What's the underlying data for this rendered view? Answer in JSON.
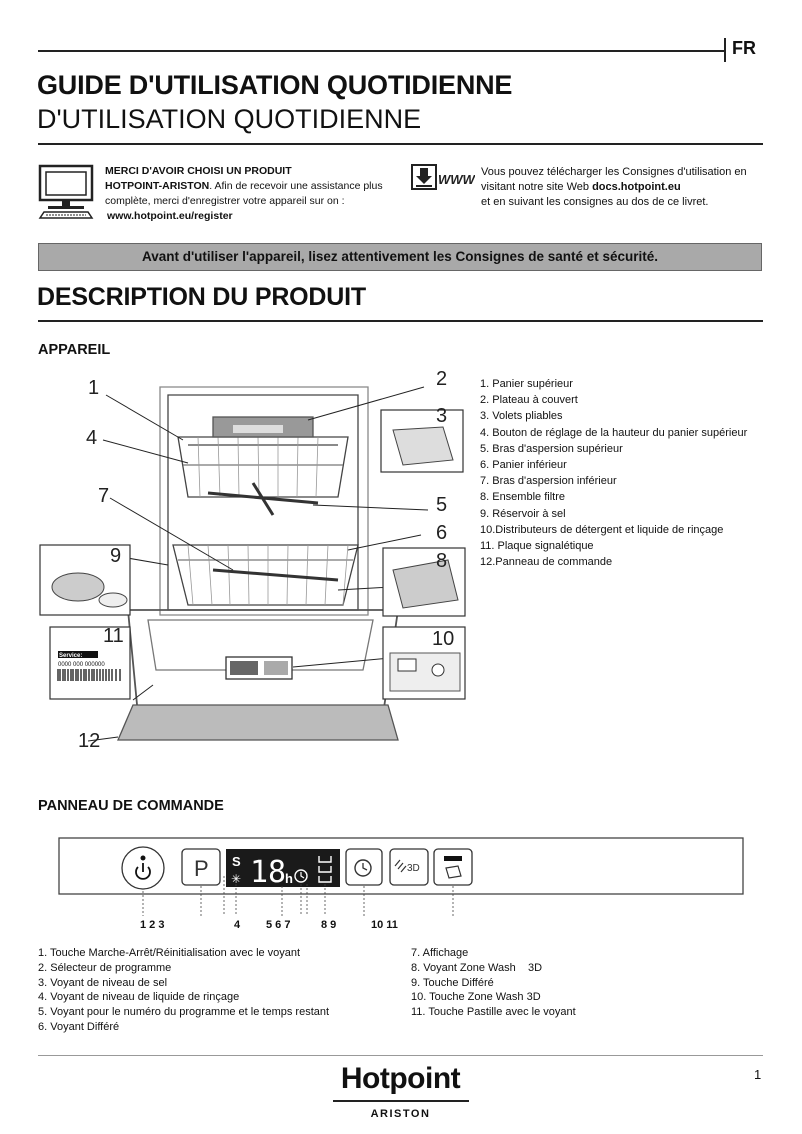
{
  "header": {
    "lang": "FR"
  },
  "title": {
    "bold": "GUIDE D'UTILISATION QUOTIDIENNE",
    "light": "D'UTILISATION QUOTIDIENNE"
  },
  "info_left": {
    "heading": "MERCI D'AVOIR CHOISI UN PRODUIT",
    "brand": "HOTPOINT-ARISTON",
    "text": ". Afin de recevoir une assistance plus complète, merci d'enregistrer votre appareil sur on :",
    "url": "www.hotpoint.eu/register"
  },
  "info_right": {
    "www_label": "WWW",
    "text1": "Vous pouvez télécharger les Consignes d'utilisation en visitant notre site Web ",
    "url": "docs.hotpoint.eu",
    "text2": "et en suivant les consignes au dos de ce livret."
  },
  "banner": "Avant d'utiliser l'appareil, lisez attentivement les Consignes de santé et sécurité.",
  "section_title": "DESCRIPTION DU PRODUIT",
  "appareil": {
    "title": "APPAREIL",
    "callouts": [
      "1",
      "2",
      "3",
      "4",
      "5",
      "6",
      "7",
      "8",
      "9",
      "10",
      "11",
      "12"
    ],
    "service_label": "Service:",
    "service_number": "0000 000 000000",
    "parts": [
      "1. Panier supérieur",
      "2.  Plateau à couvert",
      "3. Volets pliables",
      "4. Bouton de réglage de la hauteur du panier supérieur",
      "5. Bras d'aspersion supérieur",
      "6. Panier inférieur",
      "7. Bras d'aspersion inférieur",
      "8. Ensemble filtre",
      "9. Réservoir à sel",
      "10.Distributeurs de détergent et liquide de rinçage",
      "11. Plaque signalétique",
      "12.Panneau de commande"
    ]
  },
  "panel": {
    "title": "PANNEAU DE COMMANDE",
    "p_label": "P",
    "display_digits": "18",
    "display_h": "h",
    "s_label": "S",
    "zone_label": "3D",
    "numbers": [
      "1 2 3",
      "4",
      "5 6 7",
      "8 9",
      "10 11"
    ],
    "legend_left": [
      "1. Touche Marche-Arrêt/Réinitialisation avec le voyant",
      "2. Sélecteur de programme",
      "3. Voyant de niveau de sel",
      "4. Voyant de niveau de liquide de rinçage",
      "5.  Voyant pour le numéro du programme et le temps restant",
      "6. Voyant Différé"
    ],
    "legend_right": [
      "7. Affichage",
      "8. Voyant Zone Wash    3D",
      "9. Touche Différé",
      "10. Touche Zone Wash 3D",
      "11. Touche Pastille avec le voyant"
    ]
  },
  "footer": {
    "brand": "Hotpoint",
    "sub": "ARISTON",
    "page": "1"
  }
}
